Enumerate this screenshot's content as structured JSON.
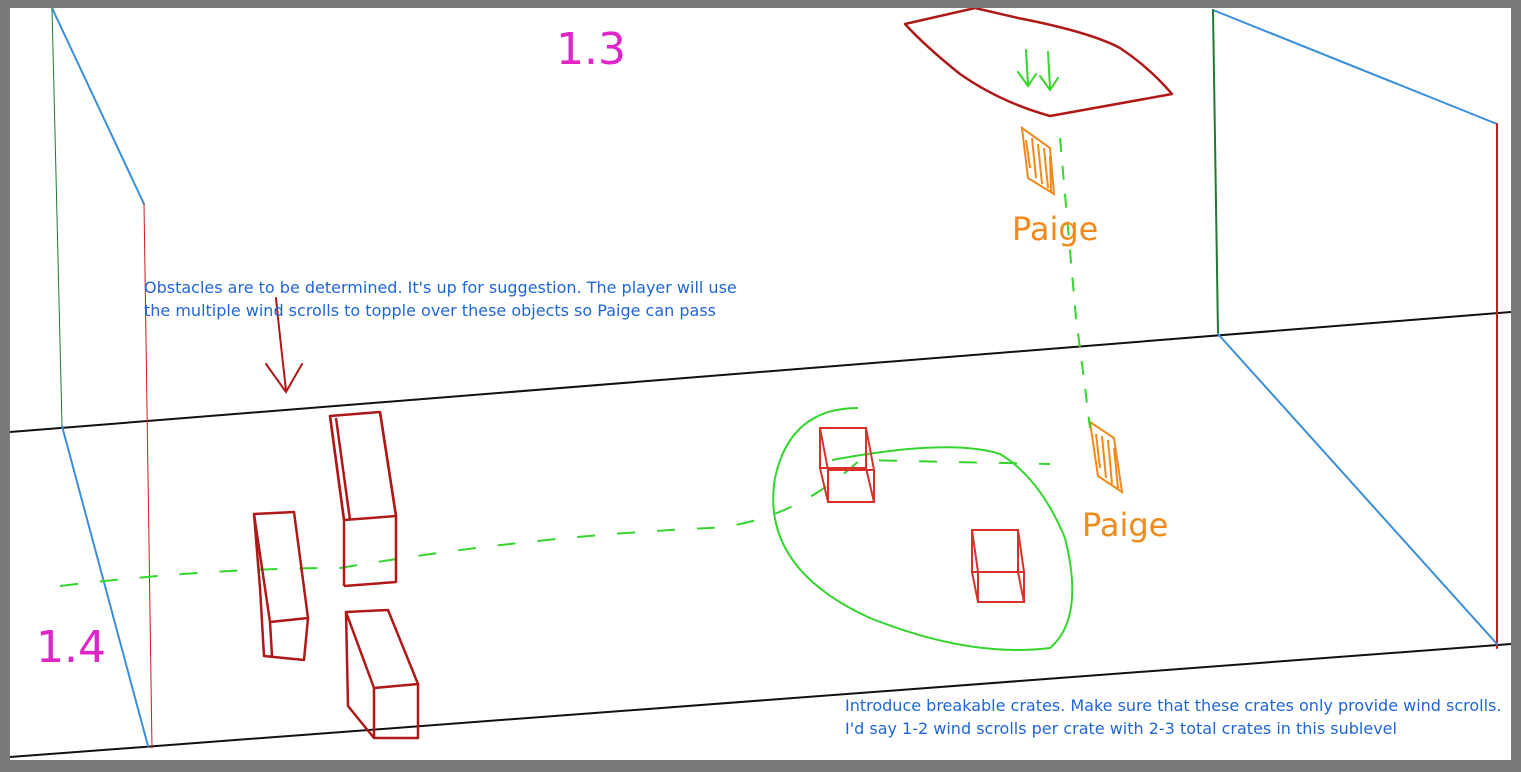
{
  "sketch": {
    "section_labels": {
      "upper": "1.3",
      "lower": "1.4"
    },
    "character_labels": {
      "upper": "Paige",
      "lower": "Paige"
    },
    "notes": {
      "obstacles": {
        "line1": "Obstacles are to be determined. It's up for suggestion. The player will use",
        "line2": "the multiple wind scrolls to topple over these objects so Paige can pass"
      },
      "crates": {
        "line1": "Introduce breakable crates. Make sure that these crates only provide wind scrolls.",
        "line2": "I'd say 1-2 wind scrolls per crate with 2-3 total crates in this sublevel"
      }
    },
    "colors": {
      "frame": "#7a7a7a",
      "canvas": "#ffffff",
      "note_text": "#1f66d6",
      "section_label": "#e024c8",
      "paige": "#f08a1c",
      "path": "#34d62e",
      "obstacle": "#b01818",
      "crate": "#d9302c",
      "edge_blue": "#3a8fd8",
      "edge_green": "#1e7a2e",
      "edge_red": "#c81c1c",
      "floor_line": "#111111"
    }
  }
}
